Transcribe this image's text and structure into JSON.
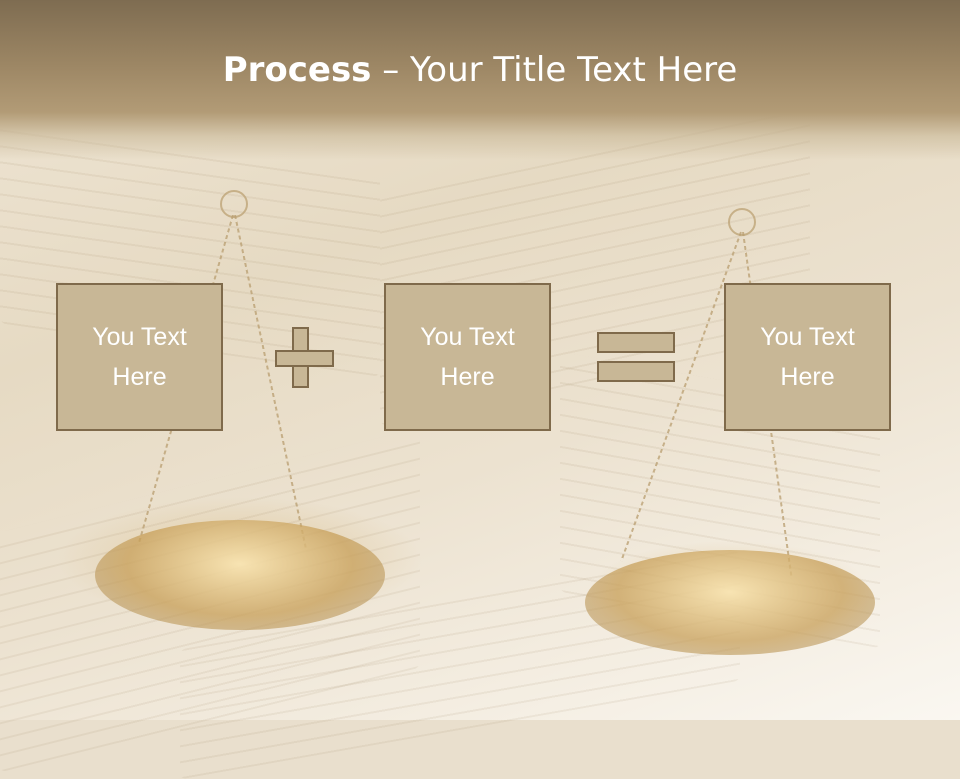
{
  "slide": {
    "title_bold": "Process",
    "title_rest": " – Your Title Text Here",
    "boxes": [
      {
        "text": "You Text\nHere"
      },
      {
        "text": "You Text\nHere"
      },
      {
        "text": "You Text\nHere"
      }
    ],
    "operators": [
      "plus",
      "equals"
    ]
  },
  "colors": {
    "header": "#9c8664",
    "box_fill": "#c8b796",
    "box_border": "#7f6a4b",
    "text": "#ffffff"
  }
}
